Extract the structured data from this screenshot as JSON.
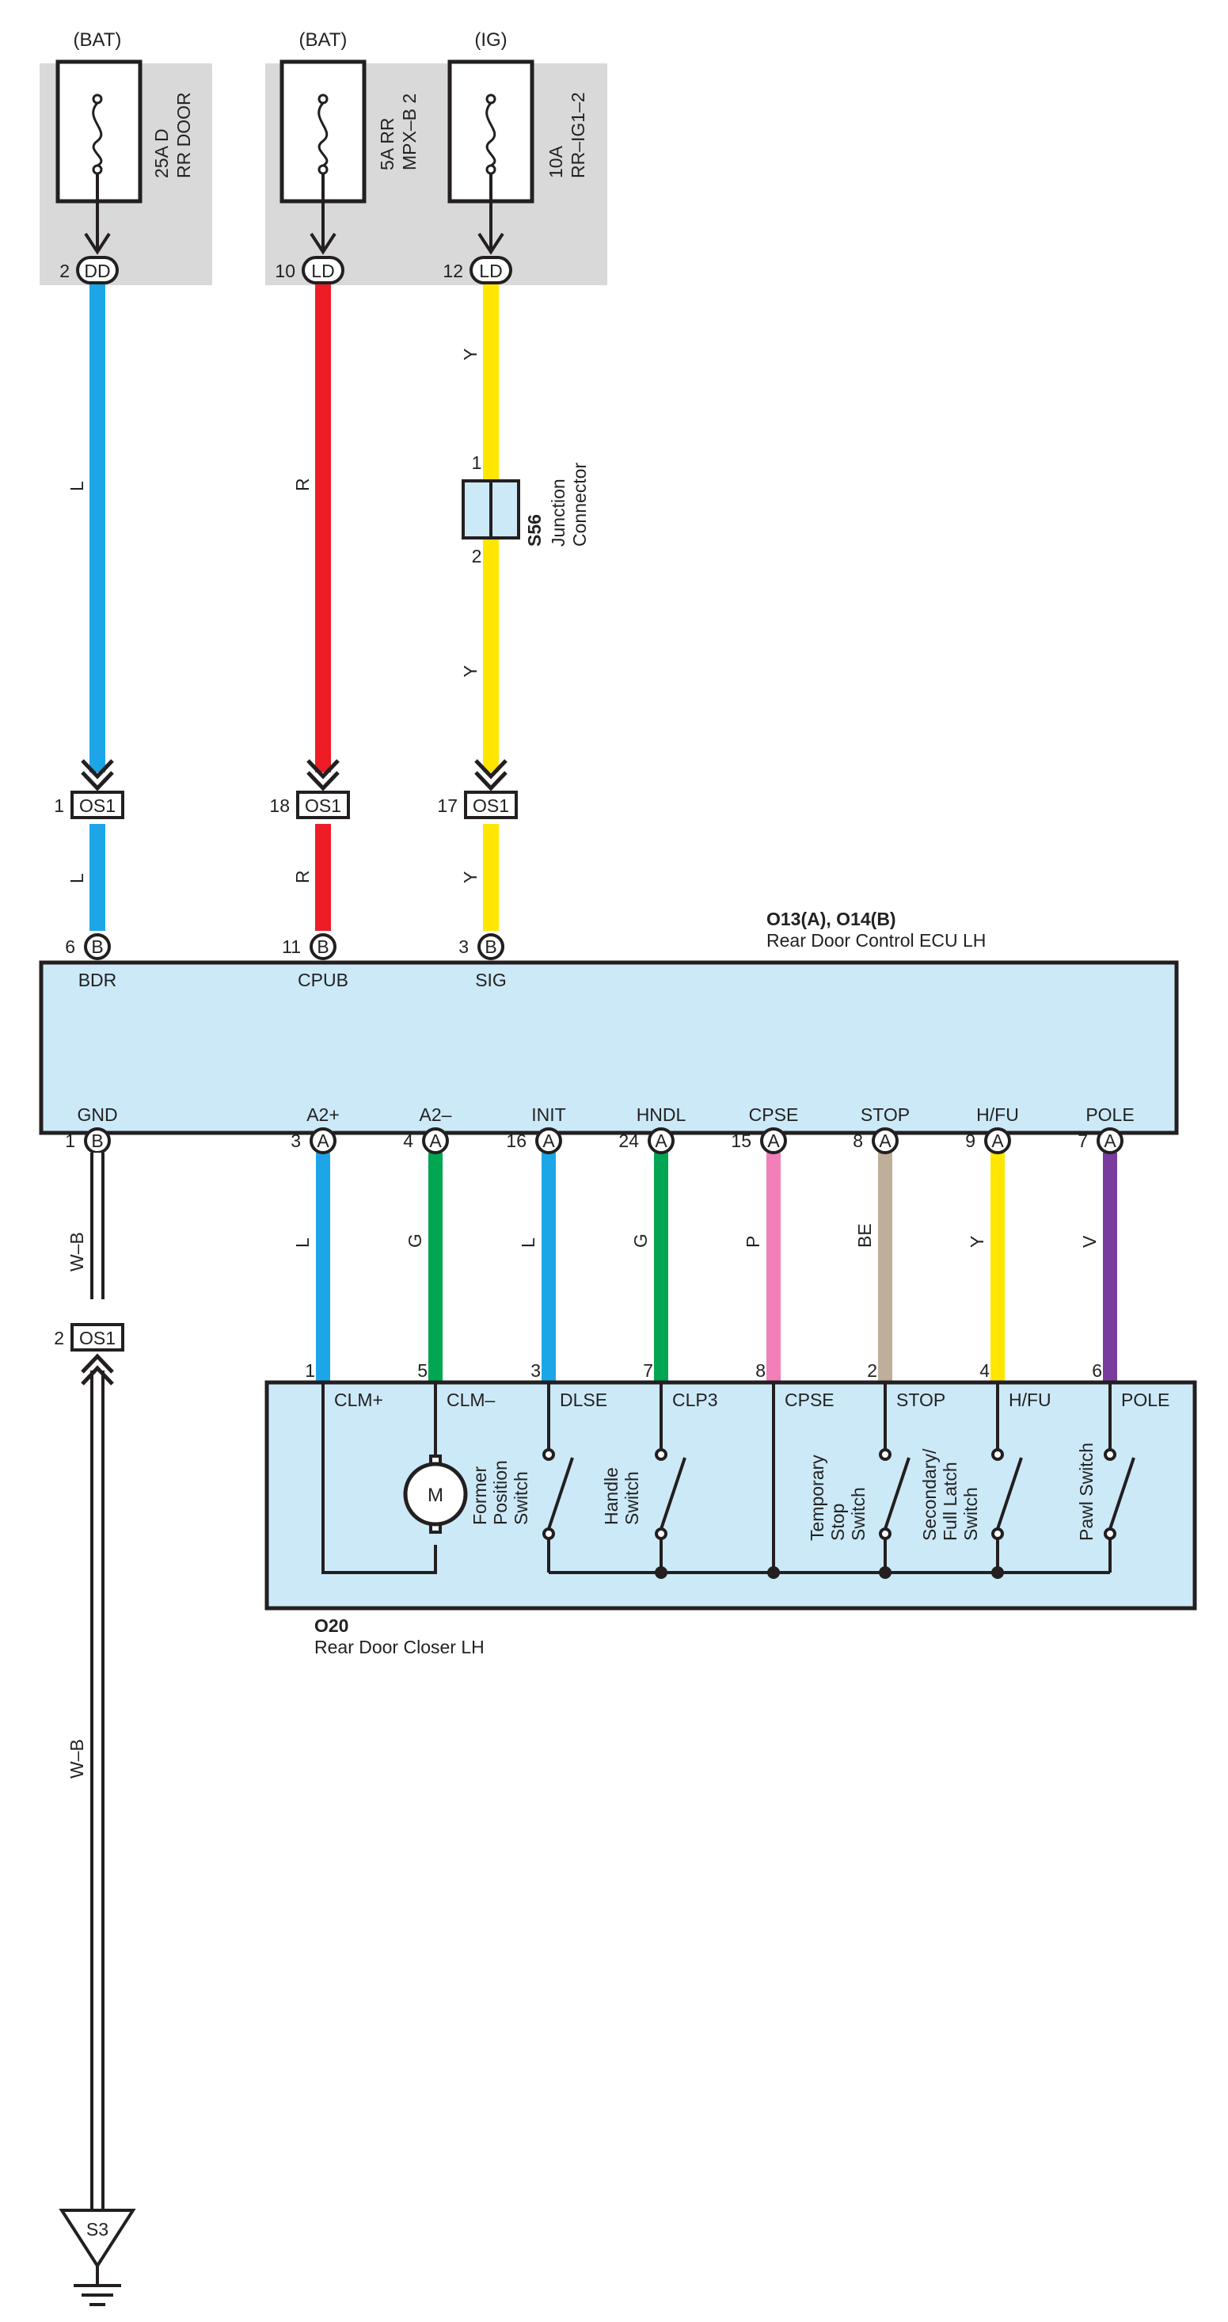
{
  "fuses": [
    {
      "supply": "(BAT)",
      "rating": "25A D",
      "name": "RR DOOR",
      "pin": "2",
      "conn": "DD",
      "wire_color": "L",
      "color_hex": "#1ca6e8"
    },
    {
      "supply": "(BAT)",
      "rating": "5A RR",
      "name": "MPX–B 2",
      "pin": "10",
      "conn": "LD",
      "wire_color": "R",
      "color_hex": "#ee1c25"
    },
    {
      "supply": "(IG)",
      "rating": "10A",
      "name": "RR–IG1–2",
      "pin": "12",
      "conn": "LD",
      "wire_color": "Y",
      "color_hex": "#ffe600"
    }
  ],
  "junction": {
    "id": "S56",
    "line1": "Junction",
    "line2": "Connector",
    "pin_top": "1",
    "pin_bottom": "2"
  },
  "os1_top": [
    {
      "pin": "1",
      "label": "OS1"
    },
    {
      "pin": "18",
      "label": "OS1"
    },
    {
      "pin": "17",
      "label": "OS1"
    }
  ],
  "ecu": {
    "title_bold": "O13(A), O14(B)",
    "title": "Rear Door Control ECU LH",
    "top_pins": [
      {
        "pin": "6",
        "conn": "B",
        "name": "BDR",
        "wire": "L"
      },
      {
        "pin": "11",
        "conn": "B",
        "name": "CPUB",
        "wire": "R"
      },
      {
        "pin": "3",
        "conn": "B",
        "name": "SIG",
        "wire": "Y"
      }
    ],
    "bottom_pins": [
      {
        "pin": "1",
        "conn": "B",
        "name": "GND",
        "wire": "W–B",
        "color_hex": "#ffffff"
      },
      {
        "pin": "3",
        "conn": "A",
        "name": "A2+",
        "wire": "L",
        "color_hex": "#1ca6e8"
      },
      {
        "pin": "4",
        "conn": "A",
        "name": "A2–",
        "wire": "G",
        "color_hex": "#00a651"
      },
      {
        "pin": "16",
        "conn": "A",
        "name": "INIT",
        "wire": "L",
        "color_hex": "#1ca6e8"
      },
      {
        "pin": "24",
        "conn": "A",
        "name": "HNDL",
        "wire": "G",
        "color_hex": "#00a651"
      },
      {
        "pin": "15",
        "conn": "A",
        "name": "CPSE",
        "wire": "P",
        "color_hex": "#f37fb8"
      },
      {
        "pin": "8",
        "conn": "A",
        "name": "STOP",
        "wire": "BE",
        "color_hex": "#bfae9a"
      },
      {
        "pin": "9",
        "conn": "A",
        "name": "H/FU",
        "wire": "Y",
        "color_hex": "#ffe600"
      },
      {
        "pin": "7",
        "conn": "A",
        "name": "POLE",
        "wire": "V",
        "color_hex": "#7a3b9e"
      }
    ]
  },
  "os1_bottom": {
    "pin": "2",
    "label": "OS1"
  },
  "closer": {
    "title_bold": "O20",
    "title": "Rear Door Closer LH",
    "pins": [
      {
        "pin": "1",
        "name": "CLM+"
      },
      {
        "pin": "5",
        "name": "CLM–"
      },
      {
        "pin": "3",
        "name": "DLSE"
      },
      {
        "pin": "7",
        "name": "CLP3"
      },
      {
        "pin": "8",
        "name": "CPSE"
      },
      {
        "pin": "2",
        "name": "STOP"
      },
      {
        "pin": "4",
        "name": "H/FU"
      },
      {
        "pin": "6",
        "name": "POLE"
      }
    ],
    "motor_label": "M",
    "former": [
      "Former",
      "Position",
      "Switch"
    ],
    "handle": [
      "Handle",
      "Switch"
    ],
    "temporary": [
      "Temporary",
      "Stop",
      "Switch"
    ],
    "secondary": [
      "Secondary/",
      "Full Latch",
      "Switch"
    ],
    "pawl": [
      "Pawl Switch"
    ]
  },
  "gnd_wire": "W–B",
  "ground": {
    "label": "S3"
  }
}
